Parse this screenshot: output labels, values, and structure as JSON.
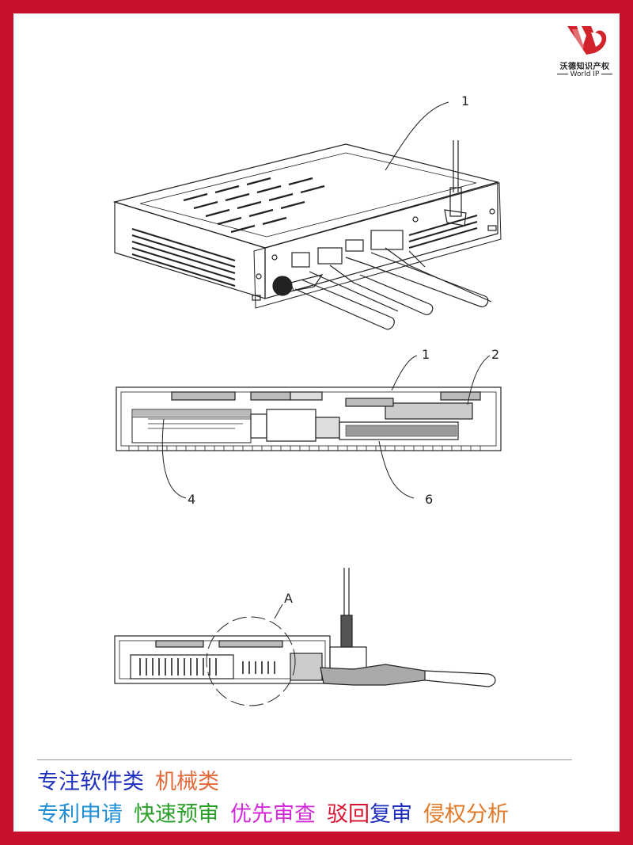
{
  "logo": {
    "cn": "沃德知识产权",
    "en": "World IP",
    "color": "#d2232a"
  },
  "figures": {
    "fig1": {
      "labels": [
        "1"
      ]
    },
    "fig2": {
      "labels": [
        "1",
        "2",
        "4",
        "6"
      ]
    },
    "fig3": {
      "labels": [
        "A"
      ]
    }
  },
  "footer": {
    "line1": [
      {
        "text": "专注软件类",
        "color": "#1f2fbf"
      },
      {
        "text": "机械类",
        "color": "#e06a3a"
      }
    ],
    "line2": [
      {
        "text": "专利申请",
        "color": "#1f8fd8"
      },
      {
        "text": "快速预审",
        "color": "#2aa02a"
      },
      {
        "text": "优先审查",
        "color": "#d22ad8"
      },
      {
        "text": "驳回",
        "color": "#d8102e"
      },
      {
        "text": "复审",
        "color": "#1f2fbf"
      },
      {
        "text": "侵权分析",
        "color": "#e07a2a"
      }
    ]
  }
}
